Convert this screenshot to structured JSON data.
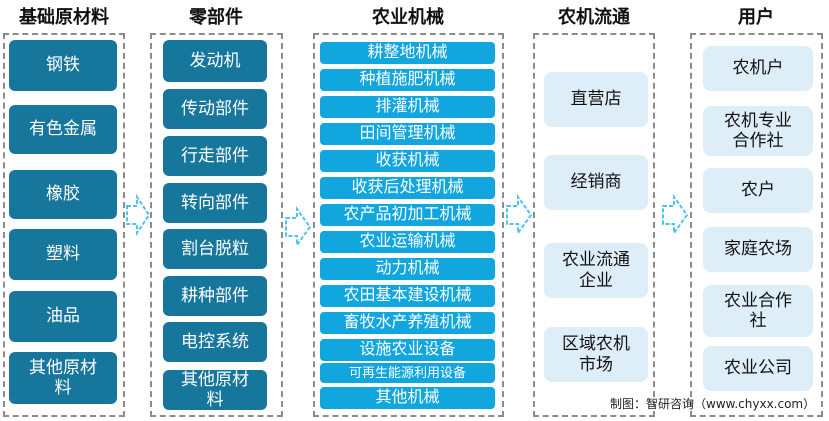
{
  "headers": [
    "基础原材料",
    "零部件",
    "农业机械",
    "农机流通",
    "用户"
  ],
  "raw_materials": [
    "钢铁",
    "有色金属",
    "橡胶",
    "塑料",
    "油品",
    "其他原材料"
  ],
  "components": [
    "发动机",
    "传动部件",
    "行走部件",
    "转向部件",
    "割台脱粒",
    "耕种部件",
    "电控系统",
    "其他原材料"
  ],
  "machinery": [
    "耕整地机械",
    "种植施肥机械",
    "排灌机械",
    "田间管理机械",
    "收获机械",
    "收获后处理机械",
    "农产品初加工机械",
    "农业运输机械",
    "动力机械",
    "农田基本建设机械",
    "畜牧水产养殖机械",
    "设施农业设备",
    "可再生能源利用设备",
    "其他机械"
  ],
  "circulation": [
    "直营店",
    "经销商",
    "农业流通企业",
    "区域农机市场"
  ],
  "users": [
    "农机户",
    "农机专业合作社",
    "农户",
    "家庭农场",
    "农业合作社",
    "农业公司"
  ],
  "credit": "制图：智研咨询（www.chyxx.com）",
  "colors": {
    "dark_box": "#17769b",
    "bright_box": "#12a6df",
    "light_box": "#deeef9",
    "arrow": "#4dc3ee"
  }
}
